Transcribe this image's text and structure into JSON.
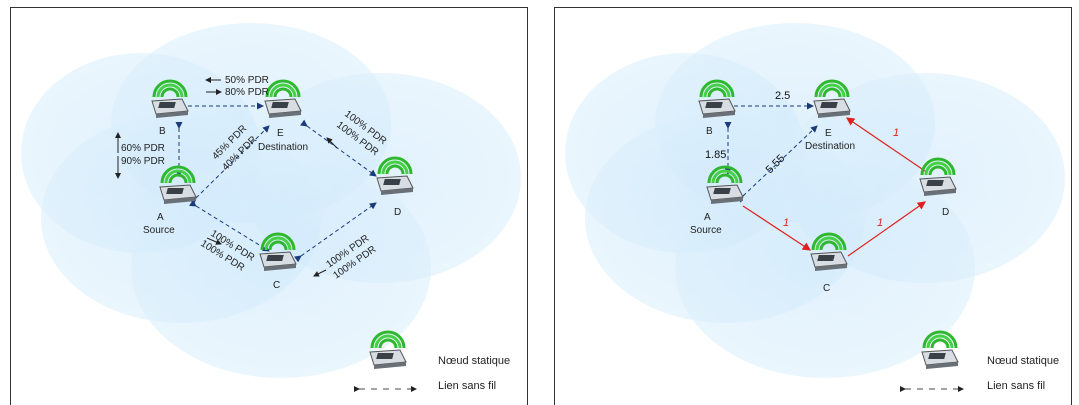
{
  "left_panel": {
    "nodes": {
      "A": {
        "letter": "A",
        "role": "Source"
      },
      "B": {
        "letter": "B"
      },
      "C": {
        "letter": "C"
      },
      "D": {
        "letter": "D"
      },
      "E": {
        "letter": "E",
        "role": "Destination"
      }
    },
    "pdr": {
      "be_1": "50% PDR",
      "be_2": "80% PDR",
      "ab_1": "60% PDR",
      "ab_2": "90% PDR",
      "ae_1": "45% PDR",
      "ae_2": "40% PDR",
      "ed_1": "100% PDR",
      "ed_2": "100% PDR",
      "ac_1": "100% PDR",
      "ac_2": "100% PDR",
      "cd_1": "100% PDR",
      "cd_2": "100% PDR"
    },
    "legend": {
      "node": "Nœud statique",
      "link": "Lien sans fil"
    }
  },
  "right_panel": {
    "nodes": {
      "A": {
        "letter": "A",
        "role": "Source"
      },
      "B": {
        "letter": "B"
      },
      "C": {
        "letter": "C"
      },
      "D": {
        "letter": "D"
      },
      "E": {
        "letter": "E",
        "role": "Destination"
      }
    },
    "weights": {
      "be": "2.5",
      "ab": "1.85",
      "ae": "5.55",
      "ac": "1",
      "cd": "1",
      "de": "1"
    },
    "colors": {
      "path": "#e02020",
      "link": "#1a3a7a"
    },
    "legend": {
      "node": "Nœud statique",
      "link": "Lien sans fil"
    }
  }
}
